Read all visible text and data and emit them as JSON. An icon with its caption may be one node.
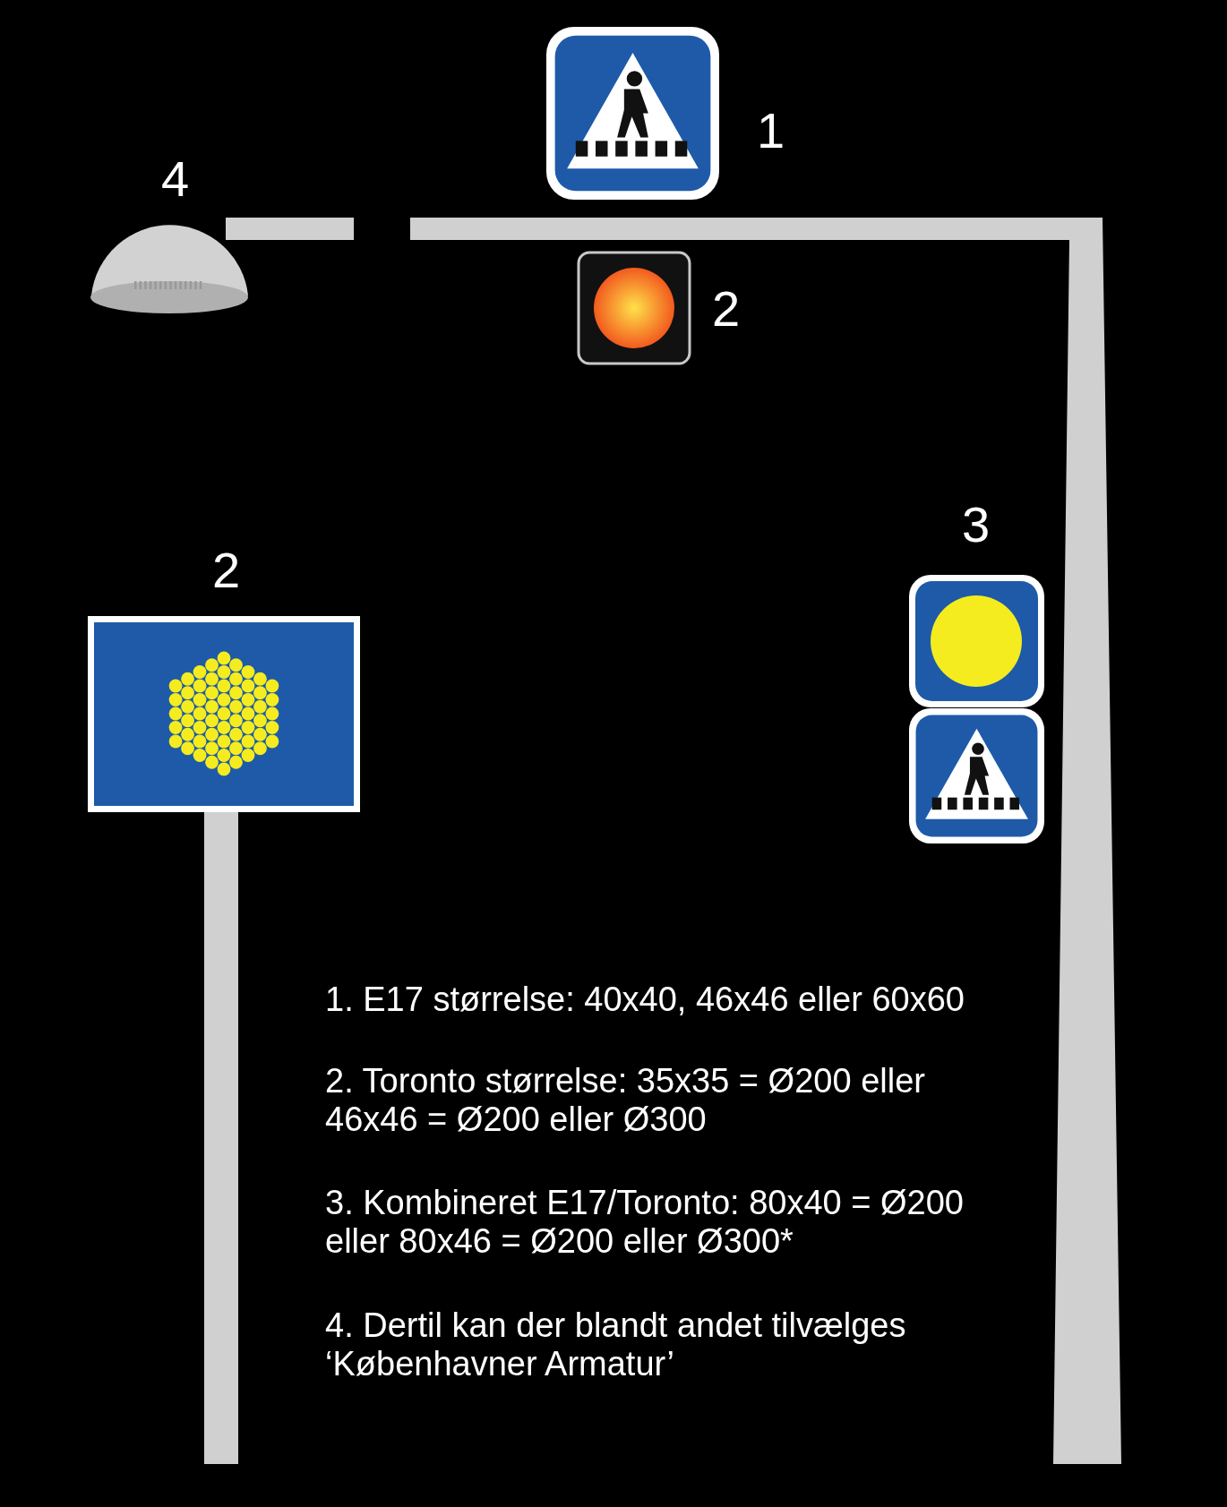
{
  "diagram": {
    "labels": [
      "1",
      "4",
      "2",
      "3",
      "2",
      "1. E17 størrelse: 40x40, 46x46 eller 60x60",
      "2. Toronto størrelse: 35x35 = Ø200 eller 46x46 = Ø200 eller Ø300",
      "3. Kombineret E17/Toronto: 80x40 = Ø200 eller 80x46 = Ø200 eller Ø300*",
      "4. Dertil kan der blandt andet tilvælges ‘Københavner Armatur’"
    ]
  }
}
